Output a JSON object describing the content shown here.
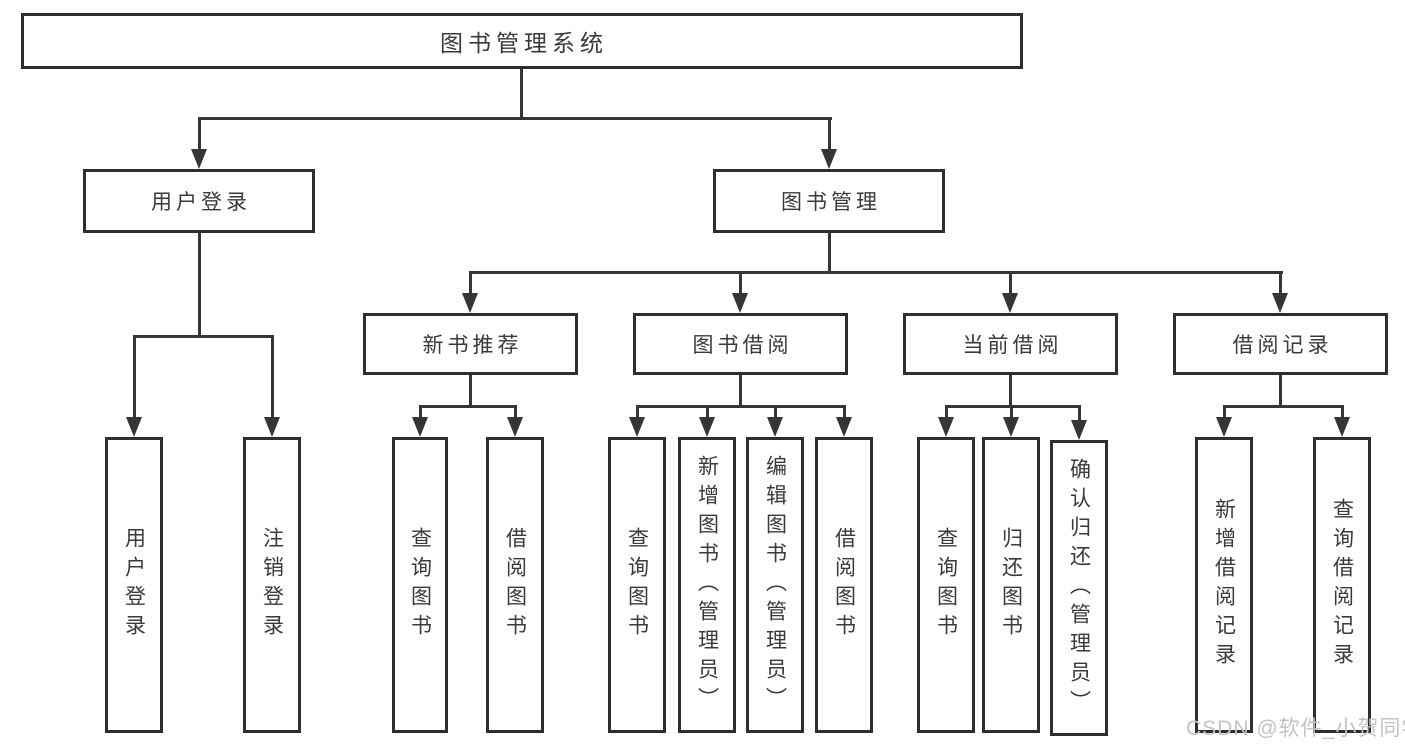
{
  "diagram_title": "图书管理系统",
  "nodes": {
    "root": "图书管理系统",
    "l2": [
      "用户登录",
      "图书管理"
    ],
    "l3": [
      "新书推荐",
      "图书借阅",
      "当前借阅",
      "借阅记录"
    ],
    "leaves": [
      "用户登录",
      "注销登录",
      "查询图书",
      "借阅图书",
      "查询图书",
      "新增图书（管理员）",
      "编辑图书（管理员）",
      "借阅图书",
      "查询图书",
      "归还图书",
      "确认归还（管理员）",
      "新增借阅记录",
      "查询借阅记录"
    ]
  },
  "watermark": "CSDN @软件_小贺同学",
  "colors": {
    "line": "#363636",
    "box_border": "#2e2e2e",
    "text": "#3a3a3a",
    "watermark": "#c3c3c3",
    "background": "#ffffff"
  }
}
